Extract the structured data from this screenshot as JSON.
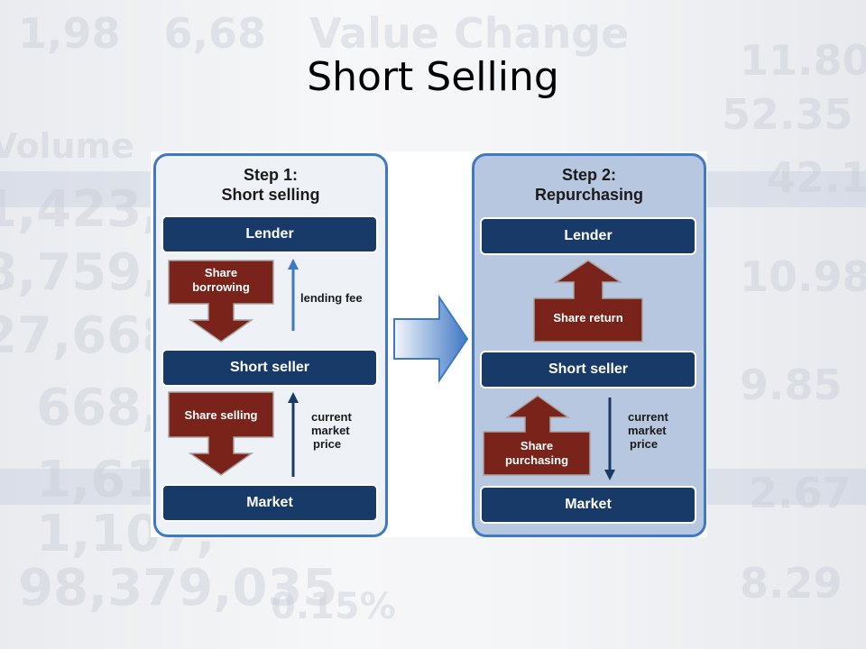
{
  "title": "Short Selling",
  "step1": {
    "title_line1": "Step 1:",
    "title_line2": "Short selling",
    "lender": "Lender",
    "short_seller": "Short seller",
    "market": "Market",
    "share_borrowing_line1": "Share",
    "share_borrowing_line2": "borrowing",
    "lending_fee": "lending fee",
    "share_selling": "Share selling",
    "price_line1": "current",
    "price_line2": "market",
    "price_line3": "price"
  },
  "step2": {
    "title_line1": "Step 2:",
    "title_line2": "Repurchasing",
    "lender": "Lender",
    "short_seller": "Short seller",
    "market": "Market",
    "share_return": "Share return",
    "share_purchasing_line1": "Share",
    "share_purchasing_line2": "purchasing",
    "price_line1": "current",
    "price_line2": "market",
    "price_line3": "price"
  },
  "colors": {
    "navy": "#173a68",
    "maroon": "#7a231b",
    "panel_border": "#3f78c4",
    "arrow_blue": "#3f78c4"
  }
}
